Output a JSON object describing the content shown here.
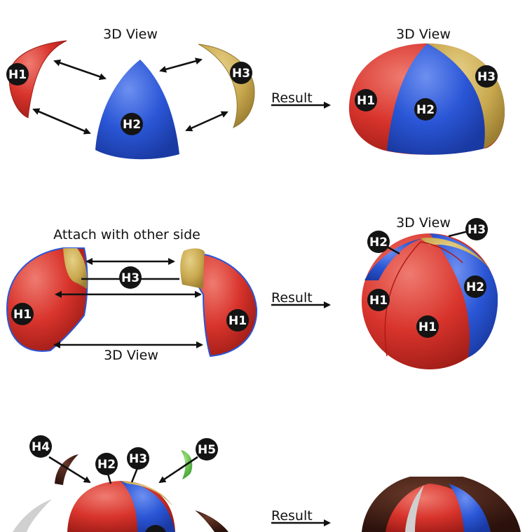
{
  "labels": {
    "view_top_left": "3D View",
    "view_top_right": "3D View",
    "view_mid_right": "3D View",
    "view_mid_bottom": "3D View",
    "attach": "Attach with other side",
    "result_1": "Result",
    "result_2": "Result",
    "result_3": "Result"
  },
  "badges": {
    "h1": "H1",
    "h2": "H2",
    "h3": "H3",
    "h4": "H4",
    "h5": "H5"
  },
  "colors": {
    "red": "#d8342c",
    "blue": "#2a56d6",
    "gold": "#c9a94f",
    "dark_brown": "#3b1a12",
    "green": "#5cc040",
    "light_gray": "#cfcfcf",
    "badge": "#141414"
  }
}
